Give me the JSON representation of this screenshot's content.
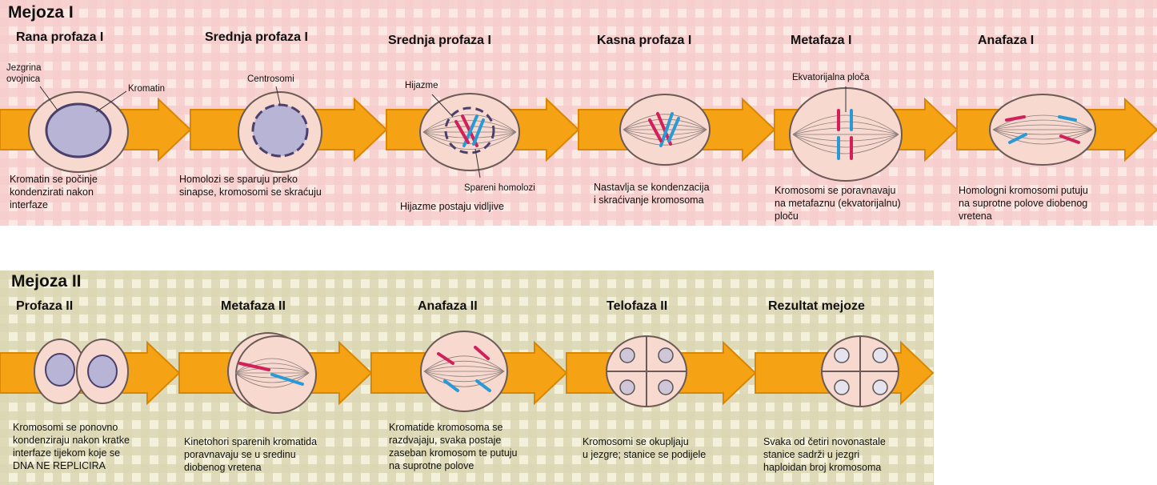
{
  "meiosis1": {
    "title": "Mejoza I",
    "stages": [
      {
        "title": "Rana profaza I",
        "desc": [
          "Kromatin se počinje",
          "kondenzirati nakon",
          "interfaze"
        ]
      },
      {
        "title": "Srednja profaza I",
        "desc": [
          "Homolozi se sparuju preko",
          "sinapse, kromosomi se skraćuju"
        ]
      },
      {
        "title": "Srednja profaza I",
        "desc": [
          "Hijazme postaju vidljive"
        ]
      },
      {
        "title": "Kasna profaza I",
        "desc": [
          "Nastavlja se kondenzacija",
          "i skraćivanje kromosoma"
        ]
      },
      {
        "title": "Metafaza I",
        "desc": [
          "Kromosomi se poravnavaju",
          "na metafaznu (ekvatorijalnu)",
          "ploču"
        ]
      },
      {
        "title": "Anafaza I",
        "desc": [
          "Homologni kromosomi putuju",
          "na suprotne polove diobenog",
          "vretena"
        ]
      }
    ],
    "labels": {
      "nuclear_envelope": [
        "Jezgrina",
        "ovojnica"
      ],
      "chromatin": "Kromatin",
      "centrosomes": "Centrosomi",
      "chiasma": "Hijazme",
      "paired_homologs": "Spareni homolozi",
      "equatorial_plate": "Ekvatorijalna ploča"
    }
  },
  "meiosis2": {
    "title": "Mejoza II",
    "stages": [
      {
        "title": "Profaza II",
        "desc": [
          "Kromosomi se ponovno",
          "kondenziraju nakon kratke",
          "interfaze tijekom koje se",
          "DNA NE REPLICIRA"
        ]
      },
      {
        "title": "Metafaza II",
        "desc": [
          "Kinetohori sparenih kromatida",
          "poravnavaju se u sredinu",
          "diobenog vretena"
        ]
      },
      {
        "title": "Anafaza II",
        "desc": [
          "Kromatide kromosoma se",
          "razdvajaju, svaka postaje",
          "zaseban kromosom te putuju",
          "na suprotne polove"
        ]
      },
      {
        "title": "Telofaza II",
        "desc": [
          "Kromosomi se okupljaju",
          "u jezgre; stanice se podijele"
        ]
      },
      {
        "title": "Rezultat mejoze",
        "desc": [
          "Svaka od četiri novonastale",
          "stanice sadrži u jezgri",
          "haploidan broj kromosoma"
        ]
      }
    ]
  },
  "colors": {
    "arrow": "#f5a214",
    "arrow_dark": "#d98600",
    "cell_fill": "#f7d9cf",
    "cell_stroke": "#6b5a55",
    "chrom_red": "#d2205a",
    "chrom_blue": "#2a9ad6",
    "nucleus": "#b7b4d6"
  }
}
